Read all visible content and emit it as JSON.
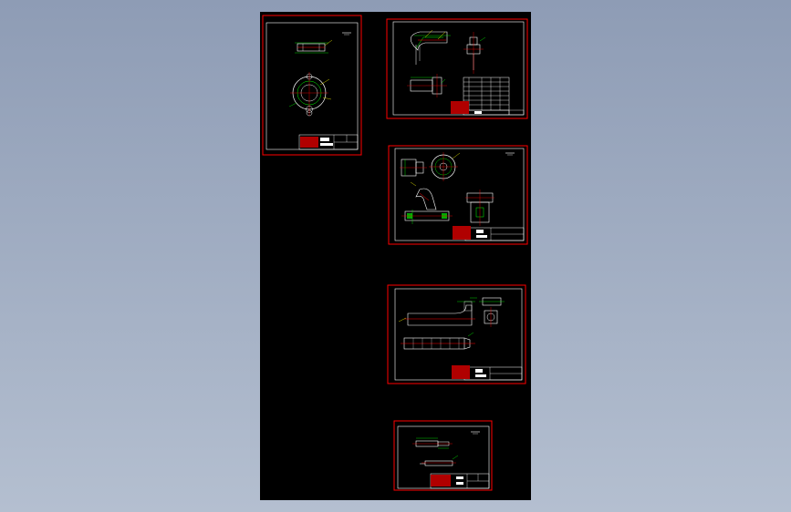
{
  "viewport": {
    "background_top": "#8e9cb5",
    "background_bottom": "#b4bfd0"
  },
  "canvas": {
    "background": "#000000"
  },
  "colors": {
    "frame": "#ff0000",
    "border": "#ffffff",
    "geometry": "#ffffff",
    "dimension": "#00ff00",
    "hatch": "#ff0000",
    "leader": "#ffff00",
    "title_text": "#ffffff"
  },
  "sheets": [
    {
      "id": "sheet-1",
      "content": "flange-part"
    },
    {
      "id": "sheet-2",
      "content": "fixture-assembly-with-parts-list"
    },
    {
      "id": "sheet-3",
      "content": "cam-and-bracket-assembly"
    },
    {
      "id": "sheet-4",
      "content": "elongated-shaft-part"
    },
    {
      "id": "sheet-5",
      "content": "small-pin-part"
    }
  ]
}
